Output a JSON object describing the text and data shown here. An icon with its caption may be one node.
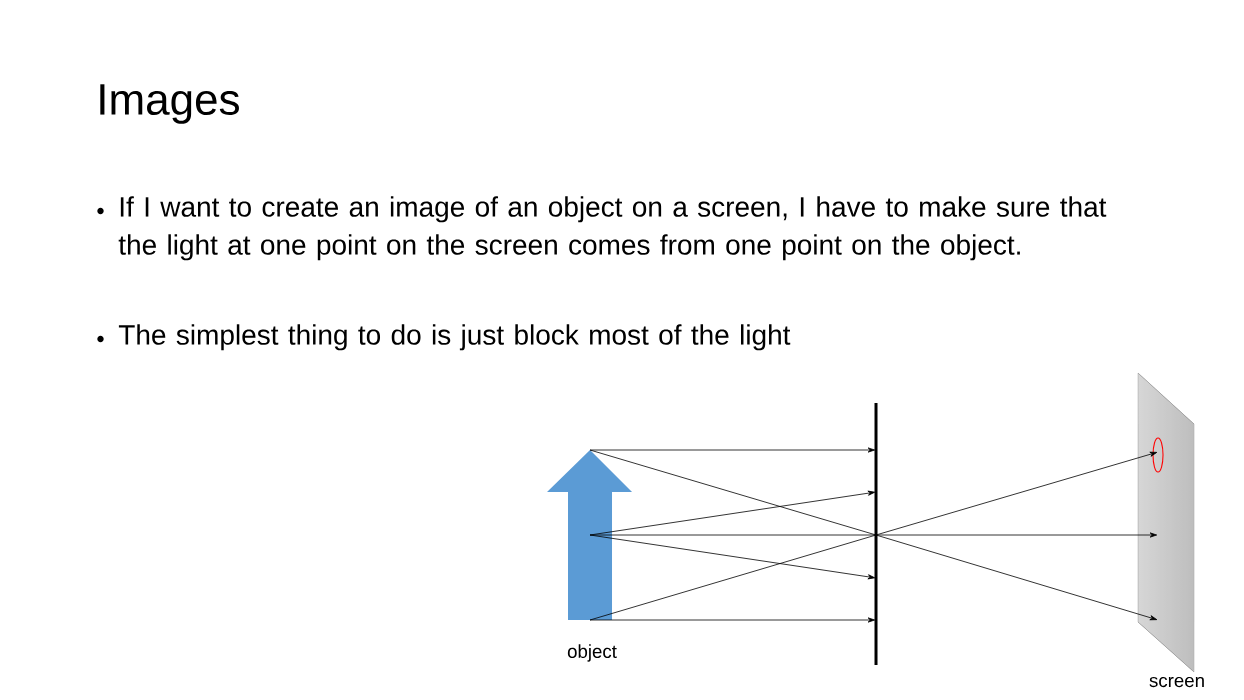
{
  "diagram": {
    "title": "Images",
    "nodes": [
      {
        "text": [],
        "shape": "arrow",
        "beside": [
          "object"
        ]
      },
      {
        "text": [],
        "shape": "bar"
      },
      {
        "text": [],
        "shape": "box",
        "beside": [
          "screen"
        ]
      }
    ],
    "edges": [
      {
        "from": 0,
        "to": 1,
        "arrow": "to"
      },
      {
        "from": 0,
        "to": 2,
        "arrow": "to"
      },
      {
        "from": 0,
        "to": 1,
        "arrow": "to"
      },
      {
        "from": 0,
        "to": 2,
        "arrow": "to"
      },
      {
        "from": 0,
        "to": 1,
        "arrow": "to"
      },
      {
        "from": 0,
        "to": 1,
        "arrow": "to"
      },
      {
        "from": 0,
        "to": 2,
        "arrow": "to"
      }
    ],
    "labels": [
      "If I want to create an image of an object on a screen, I have to make sure that the light at one point on the screen comes from one point on the object.",
      "The simplest thing to do is just block most of the light"
    ]
  }
}
